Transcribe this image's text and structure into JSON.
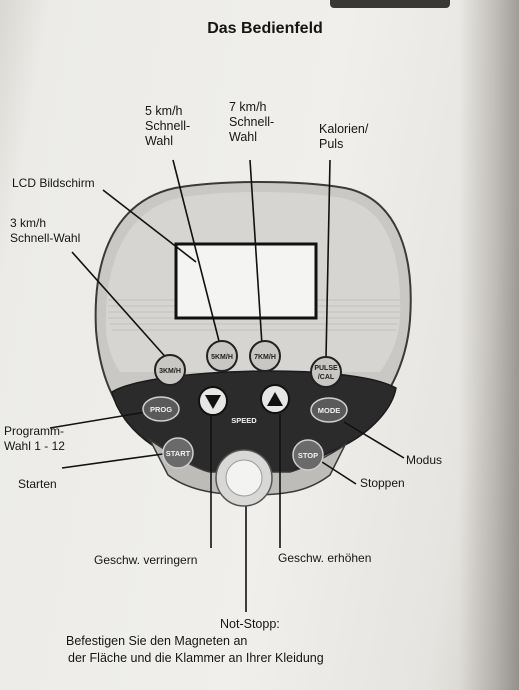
{
  "title": "Das Bedienfeld",
  "labels": {
    "speed5": [
      "5 km/h",
      "Schnell-",
      "Wahl"
    ],
    "speed7": [
      "7 km/h",
      "Schnell-",
      "Wahl"
    ],
    "calories": [
      "Kalorien/",
      "Puls"
    ],
    "lcd": "LCD Bildschirm",
    "speed3": [
      "3 km/h",
      "Schnell-Wahl"
    ],
    "program": [
      "Programm-",
      "Wahl 1 - 12"
    ],
    "mode": "Modus",
    "start": "Starten",
    "stop": "Stoppen",
    "decrease": "Geschw. verringern",
    "increase": "Geschw. erhöhen",
    "emergency": [
      "Not-Stopp:",
      "Befestigen Sie den Magneten an",
      "der Fläche und die Klammer an Ihrer Kleidung"
    ]
  },
  "buttons": {
    "btn3": "3KM/H",
    "btn5": "5KM/H",
    "btn7": "7KM/H",
    "pulse": [
      "PULSE",
      "/CAL"
    ],
    "prog": "PROG",
    "mode": "MODE",
    "start": "START",
    "stop": "STOP",
    "speed": "SPEED"
  }
}
